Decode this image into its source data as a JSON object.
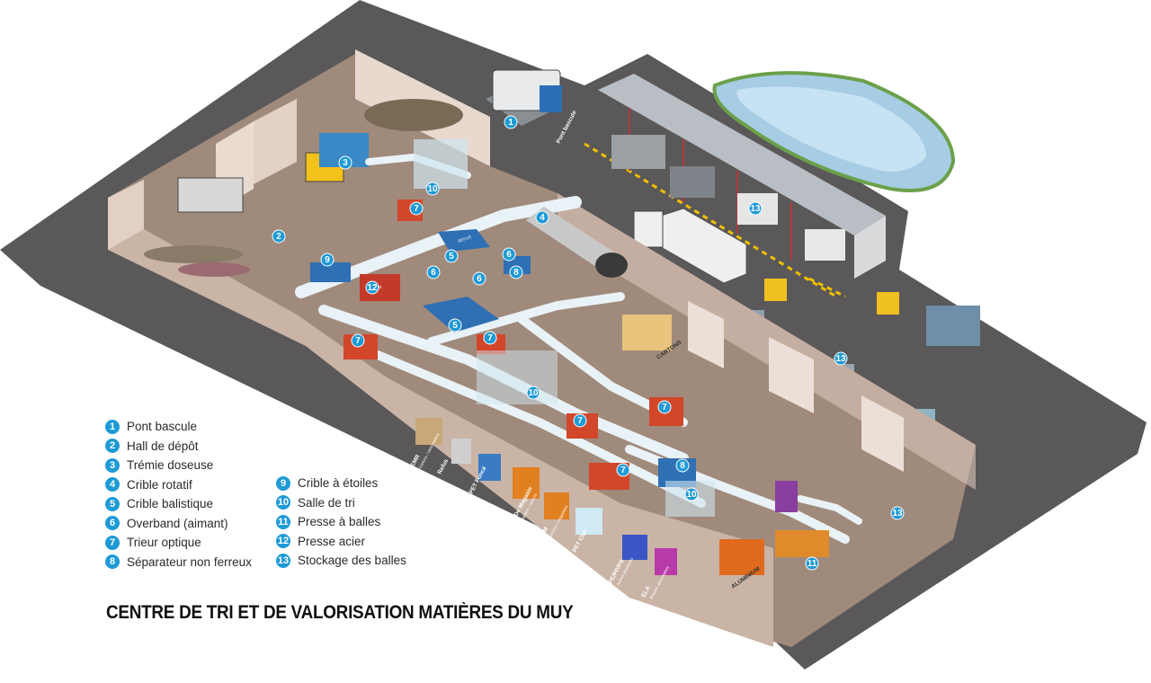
{
  "title": "CENTRE DE TRI ET DE VALORISATION MATIÈRES DU MUY",
  "legend": {
    "col1": [
      {
        "num": "1",
        "label": "Pont bascule"
      },
      {
        "num": "2",
        "label": "Hall de dépôt"
      },
      {
        "num": "3",
        "label": "Trémie doseuse"
      },
      {
        "num": "4",
        "label": "Crible rotatif"
      },
      {
        "num": "5",
        "label": "Crible balistique"
      },
      {
        "num": "6",
        "label": "Overband (aimant)"
      },
      {
        "num": "7",
        "label": "Trieur optique"
      },
      {
        "num": "8",
        "label": "Séparateur non ferreux"
      }
    ],
    "col2": [
      {
        "num": "9",
        "label": "Crible à étoiles"
      },
      {
        "num": "10",
        "label": "Salle de tri"
      },
      {
        "num": "11",
        "label": "Presse à balles"
      },
      {
        "num": "12",
        "label": "Presse acier"
      },
      {
        "num": "13",
        "label": "Stockage des balles"
      }
    ]
  },
  "scene_labels": {
    "pont_bascule": "Pont bascule",
    "cartons": "CARTONS",
    "aluminium": "ALUMINIUM",
    "refus_top": "REFUS",
    "acier": "ACIER",
    "bins": [
      {
        "main": "EMR",
        "sub": "Cartons / cartonnettes"
      },
      {
        "main": "Refus",
        "sub": ""
      },
      {
        "main": "PET Foncé",
        "sub": ""
      },
      {
        "main": "Gros De Magasin",
        "sub": "Autres papiers / cartons"
      },
      {
        "main": "JRM",
        "sub": "Journaux / magazines"
      },
      {
        "main": "PET Clair",
        "sub": ""
      },
      {
        "main": "PE/PP/PS",
        "sub": "Autres plastiques"
      },
      {
        "main": "ELA",
        "sub": "Briques alimentaires"
      }
    ]
  },
  "colors": {
    "badge": "#1e9ad6",
    "ground": "#5a5859",
    "floor": "#a08a7c",
    "wall": "#e6d5cb",
    "optical_sorter": "#d2462a",
    "conveyor": "#e9f2f6"
  }
}
